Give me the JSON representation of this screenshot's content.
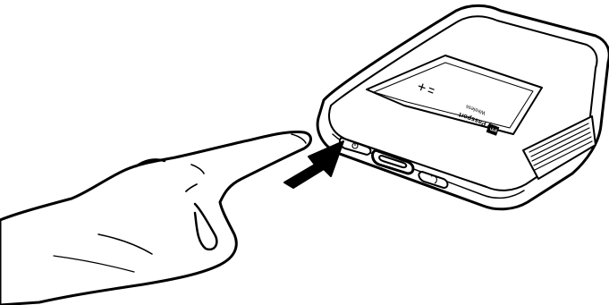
{
  "device": {
    "brand_logo": "WD",
    "product_name": "My Passport",
    "product_line": "Wireless",
    "icons": [
      "power-icon",
      "usb-port-icon",
      "wps-icon",
      "battery-icon",
      "wifi-icon"
    ]
  },
  "illustration": {
    "subject": "pressing-power-button",
    "colors": {
      "line": "#000000",
      "background": "#ffffff"
    }
  }
}
